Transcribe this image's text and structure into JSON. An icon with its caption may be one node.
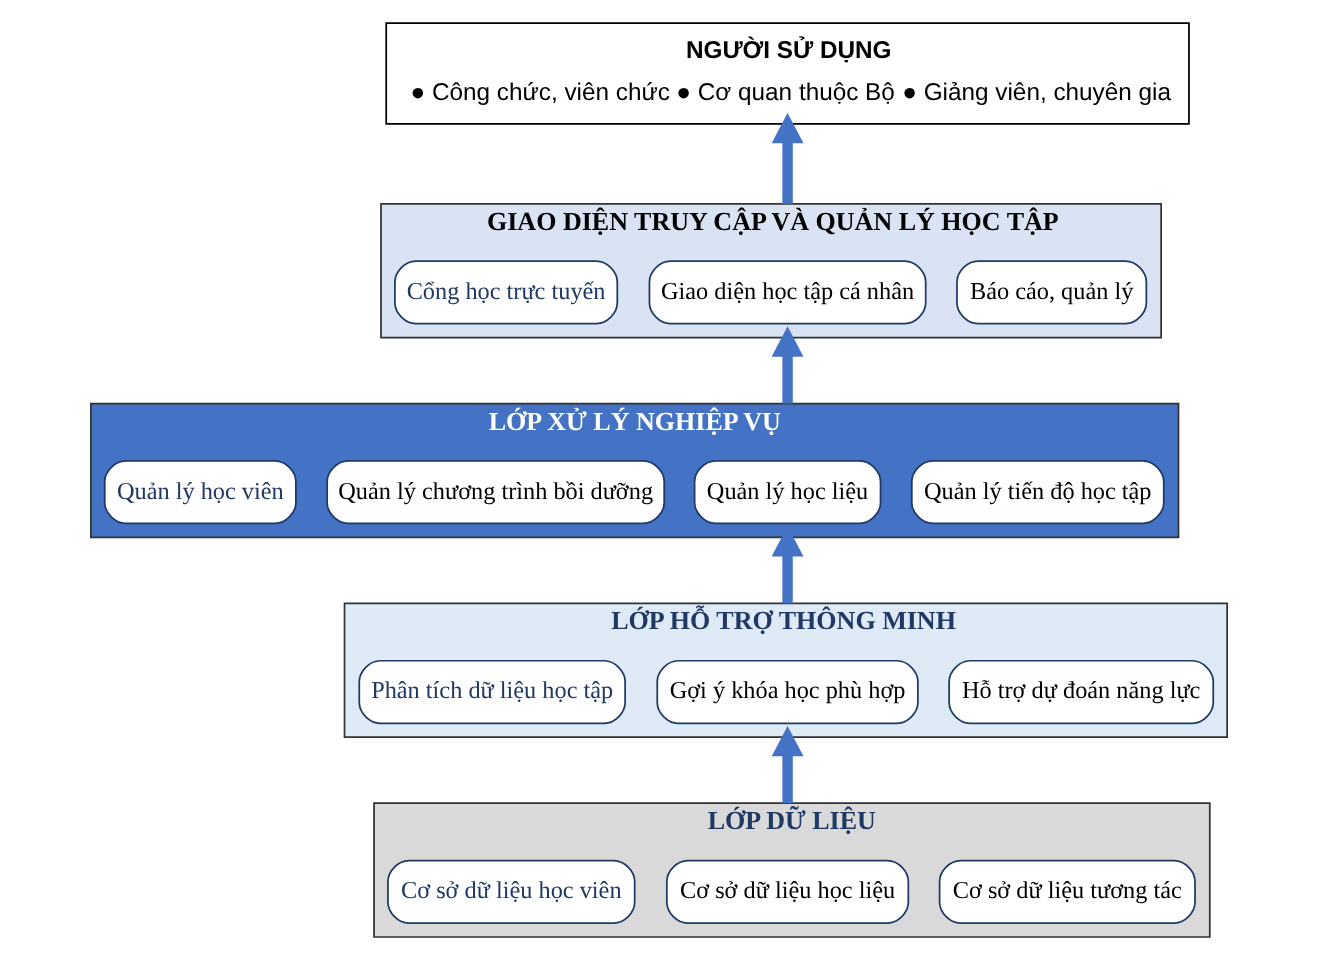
{
  "diagram": {
    "nodes": [
      {
        "text": [
          "NGƯỜI SỬ DỤNG",
          "● Công chức, viên chức",
          "● Cơ quan thuộc Bộ",
          "● Giảng viên, chuyên gia"
        ]
      },
      {
        "text": [
          "GIAO DIỆN TRUY CẬP VÀ QUẢN LÝ HỌC TẬP"
        ]
      },
      {
        "text": [
          "Cổng học trực tuyến"
        ],
        "in": 1
      },
      {
        "text": [
          "Giao diện học tập cá nhân"
        ],
        "in": 1
      },
      {
        "text": [
          "Báo cáo, quản lý"
        ],
        "in": 1
      },
      {
        "text": [
          "LỚP XỬ LÝ NGHIỆP VỤ"
        ]
      },
      {
        "text": [
          "Quản lý học viên"
        ],
        "in": 5
      },
      {
        "text": [
          "Quản lý chương trình bồi dưỡng"
        ],
        "in": 5
      },
      {
        "text": [
          "Quản lý học liệu"
        ],
        "in": 5
      },
      {
        "text": [
          "Quản lý tiến độ học tập"
        ],
        "in": 5
      },
      {
        "text": [
          "LỚP HỖ TRỢ THÔNG MINH"
        ]
      },
      {
        "text": [
          "Phân tích dữ liệu học tập"
        ],
        "in": 10
      },
      {
        "text": [
          "Gợi ý khóa học phù hợp"
        ],
        "in": 10
      },
      {
        "text": [
          "Hỗ trợ dự đoán năng lực"
        ],
        "in": 10
      },
      {
        "text": [
          "LỚP DỮ LIỆU"
        ]
      },
      {
        "text": [
          "Cơ sở dữ liệu học viên"
        ],
        "in": 14
      },
      {
        "text": [
          "Cơ sở dữ liệu học liệu"
        ],
        "in": 14
      },
      {
        "text": [
          "Cơ sở dữ liệu tương tác"
        ],
        "in": 14
      }
    ],
    "edges": [
      {
        "from": 14,
        "to": 10,
        "arrow": "to"
      },
      {
        "from": 10,
        "to": 5,
        "arrow": "to"
      },
      {
        "from": 5,
        "to": 1,
        "arrow": "to"
      },
      {
        "from": 1,
        "to": 0,
        "arrow": "to"
      }
    ]
  }
}
